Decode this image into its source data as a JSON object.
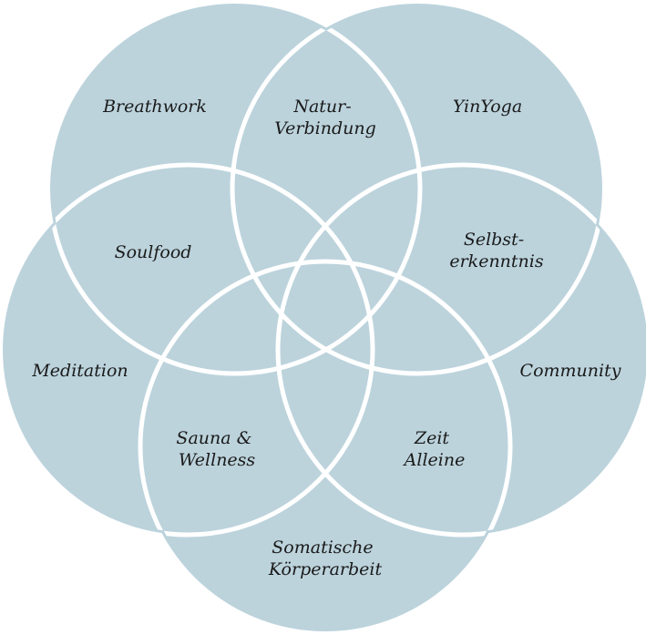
{
  "colors": {
    "circle_fill": "#bcd3dc",
    "circle_stroke": "#ffffff",
    "text": "#1a1a1a",
    "background": "#ffffff"
  },
  "circles": [
    {
      "id": "top-left",
      "label": "Breathwork"
    },
    {
      "id": "top-right",
      "label": "YinYoga"
    },
    {
      "id": "left",
      "label": "Meditation"
    },
    {
      "id": "right",
      "label": "Community"
    },
    {
      "id": "bottom",
      "label": "Somatische Körperarbeit"
    }
  ],
  "labels": {
    "breathwork": [
      "Breathwork"
    ],
    "natur_verbindung": [
      "Natur-",
      "Verbindung"
    ],
    "yinyoga": [
      "YinYoga"
    ],
    "soulfood": [
      "Soulfood"
    ],
    "selbsterkenntnis": [
      "Selbst-",
      "erkenntnis"
    ],
    "meditation": [
      "Meditation"
    ],
    "community": [
      "Community"
    ],
    "sauna_wellness": [
      "Sauna &",
      "Wellness"
    ],
    "zeit_alleine": [
      "Zeit",
      "Alleine"
    ],
    "somatische_koerperarbeit": [
      "Somatische",
      "Körperarbeit"
    ]
  }
}
